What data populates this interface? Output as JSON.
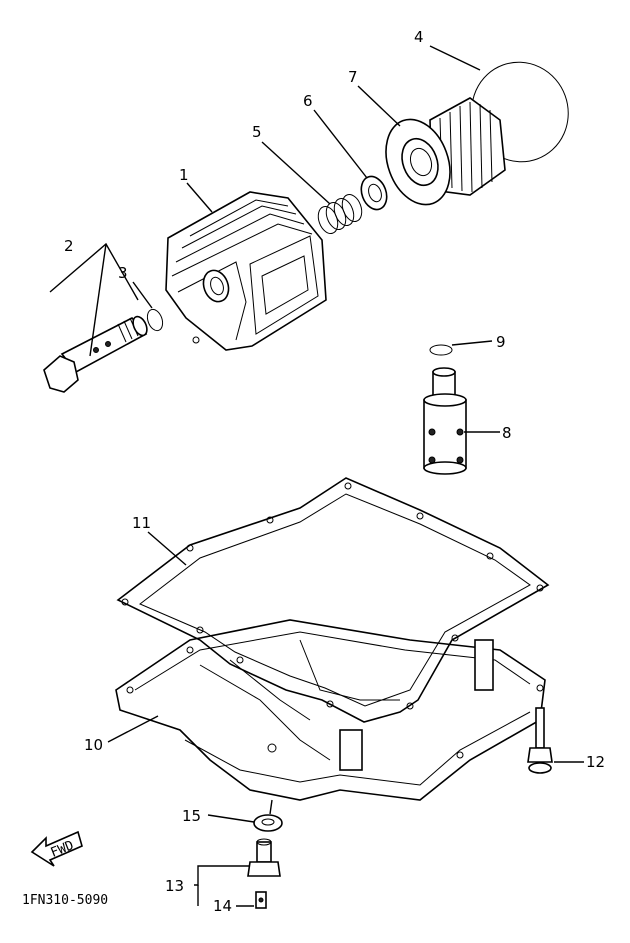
{
  "diagram": {
    "callouts": [
      {
        "id": "1",
        "text": "1"
      },
      {
        "id": "2",
        "text": "2"
      },
      {
        "id": "3",
        "text": "3"
      },
      {
        "id": "4",
        "text": "4"
      },
      {
        "id": "5",
        "text": "5"
      },
      {
        "id": "6",
        "text": "6"
      },
      {
        "id": "7",
        "text": "7"
      },
      {
        "id": "8",
        "text": "8"
      },
      {
        "id": "9",
        "text": "9"
      },
      {
        "id": "10",
        "text": "10"
      },
      {
        "id": "11",
        "text": "11"
      },
      {
        "id": "12",
        "text": "12"
      },
      {
        "id": "13",
        "text": "13"
      },
      {
        "id": "14",
        "text": "14"
      },
      {
        "id": "15",
        "text": "15"
      }
    ],
    "fwd_label": "FWD",
    "drawing_code": "1FN310-5090"
  }
}
